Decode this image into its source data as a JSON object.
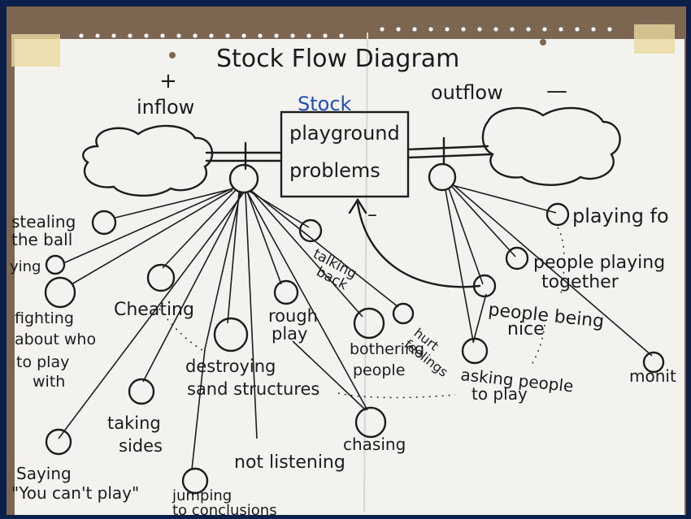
{
  "diagram": {
    "title": "Stock Flow Diagram",
    "inflow_sign": "+",
    "inflow_label": "inflow",
    "outflow_label": "outflow",
    "outflow_sign": "—",
    "stock_label": "Stock",
    "stock_lines": [
      "playground",
      "problems"
    ],
    "minus_sign": "–",
    "colors": {
      "stock_label": "#1f4fb7",
      "ink": "#1c1c1c",
      "paper": "#f3f2ee"
    },
    "inflow_factors": [
      {
        "id": "stealing",
        "lines": [
          "stealing",
          "the ball"
        ]
      },
      {
        "id": "lying",
        "lines": [
          "ying"
        ]
      },
      {
        "id": "fighting",
        "lines": [
          "fighting",
          "about who",
          "to play",
          "with"
        ]
      },
      {
        "id": "cheating",
        "lines": [
          "Cheating"
        ]
      },
      {
        "id": "destroying",
        "lines": [
          "destroying",
          "sand structures"
        ]
      },
      {
        "id": "rough",
        "lines": [
          "rough",
          "play"
        ]
      },
      {
        "id": "talking",
        "lines": [
          "talking",
          "back"
        ]
      },
      {
        "id": "bothering",
        "lines": [
          "bothering",
          "people"
        ]
      },
      {
        "id": "hurt",
        "lines": [
          "hurt",
          "feelings"
        ]
      },
      {
        "id": "taking",
        "lines": [
          "taking",
          "sides"
        ]
      },
      {
        "id": "notlistening",
        "lines": [
          "not listening"
        ]
      },
      {
        "id": "chasing",
        "lines": [
          "chasing"
        ]
      },
      {
        "id": "saying",
        "lines": [
          "Saying",
          "\"You can't play\""
        ]
      },
      {
        "id": "jumping",
        "lines": [
          "jumping",
          "to conclusions"
        ]
      }
    ],
    "outflow_factors": [
      {
        "id": "playingfor",
        "lines": [
          "playing fo"
        ]
      },
      {
        "id": "together",
        "lines": [
          "people playing",
          "together"
        ]
      },
      {
        "id": "nice",
        "lines": [
          "people being",
          "nice"
        ]
      },
      {
        "id": "asking",
        "lines": [
          "asking people",
          "to play"
        ]
      },
      {
        "id": "monit",
        "lines": [
          "monit"
        ]
      }
    ]
  }
}
